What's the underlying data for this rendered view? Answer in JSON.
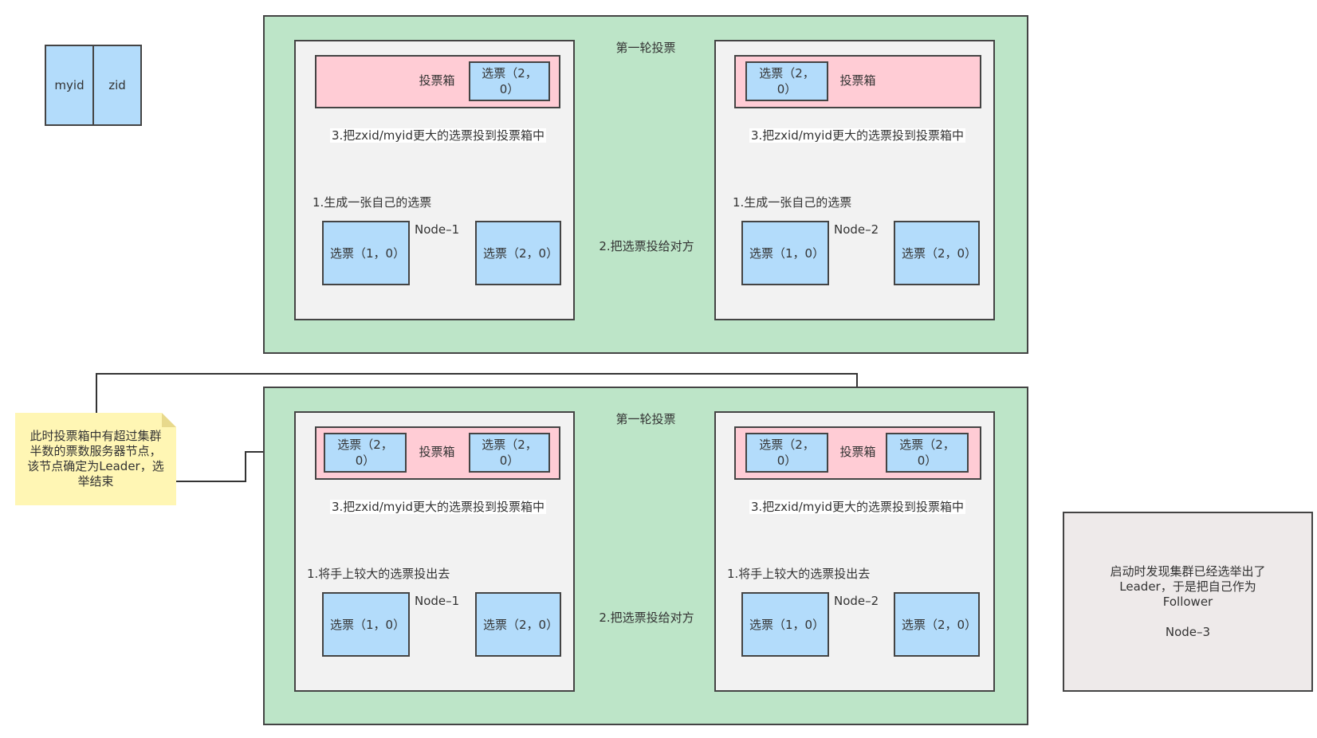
{
  "legend": {
    "left_label": "myid",
    "right_label": "zid"
  },
  "rounds": [
    {
      "title": "第一轮投票",
      "exchange_label": "2.把选票投给对方",
      "nodes": [
        {
          "name": "Node–1",
          "ballot_box_label": "投票箱",
          "box_ballots": [
            "选票（2，0）"
          ],
          "step_label": "1.生成一张自己的选票",
          "select_label": "3.把zxid/myid更大的选票投到投票箱中",
          "own_ballots": [
            "选票（1，0）",
            "选票（2，0）"
          ]
        },
        {
          "name": "Node–2",
          "ballot_box_label": "投票箱",
          "box_ballots": [
            "选票（2，0）"
          ],
          "step_label": "1.生成一张自己的选票",
          "select_label": "3.把zxid/myid更大的选票投到投票箱中",
          "own_ballots": [
            "选票（1，0）",
            "选票（2，0）"
          ]
        }
      ]
    },
    {
      "title": "第一轮投票",
      "exchange_label": "2.把选票投给对方",
      "nodes": [
        {
          "name": "Node–1",
          "ballot_box_label": "投票箱",
          "box_ballots": [
            "选票（2，0）",
            "选票（2，0）"
          ],
          "step_label": "1.将手上较大的选票投出去",
          "select_label": "3.把zxid/myid更大的选票投到投票箱中",
          "own_ballots": [
            "选票（1，0）",
            "选票（2，0）"
          ]
        },
        {
          "name": "Node–2",
          "ballot_box_label": "投票箱",
          "box_ballots": [
            "选票（2，0）",
            "选票（2，0）"
          ],
          "step_label": "1.将手上较大的选票投出去",
          "select_label": "3.把zxid/myid更大的选票投到投票箱中",
          "own_ballots": [
            "选票（1，0）",
            "选票（2，0）"
          ]
        }
      ]
    }
  ],
  "note": {
    "text": "此时投票箱中有超过集群半数的票数服务器节点，该节点确定为Leader，选举结束"
  },
  "node3": {
    "text": "启动时发现集群已经选举出了Leader，于是把自己作为Follower",
    "name": "Node–3"
  },
  "colors": {
    "round_bg": "#bde5c8",
    "node_bg": "#f2f2f2",
    "ballot_box_bg": "#ffccd5",
    "ballot_bg": "#b3dcfb",
    "note_bg": "#fff6b4",
    "node3_bg": "#eeeaea",
    "stroke": "#444444"
  }
}
